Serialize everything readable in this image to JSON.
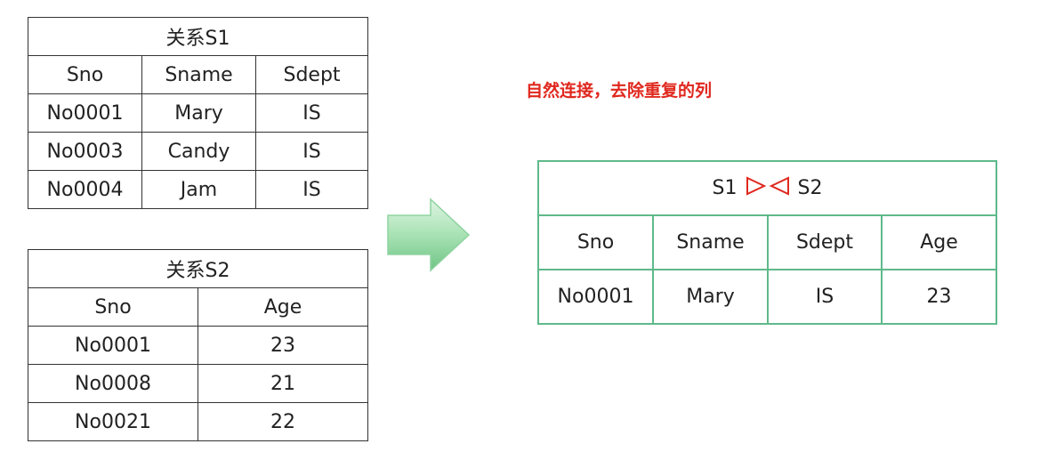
{
  "relation_s1": {
    "title": "关系S1",
    "headers": [
      "Sno",
      "Sname",
      "Sdept"
    ],
    "rows": [
      [
        "No0001",
        "Mary",
        "IS"
      ],
      [
        "No0003",
        "Candy",
        "IS"
      ],
      [
        "No0004",
        "Jam",
        "IS"
      ]
    ]
  },
  "relation_s2": {
    "title": "关系S2",
    "headers": [
      "Sno",
      "Age"
    ],
    "rows": [
      [
        "No0001",
        "23"
      ],
      [
        "No0008",
        "21"
      ],
      [
        "No0021",
        "22"
      ]
    ]
  },
  "note": "自然连接，去除重复的列",
  "result": {
    "left_operand": "S1",
    "right_operand": "S2",
    "join_symbol": "natural-join-icon",
    "headers": [
      "Sno",
      "Sname",
      "Sdept",
      "Age"
    ],
    "rows": [
      [
        "No0001",
        "Mary",
        "IS",
        "23"
      ]
    ]
  },
  "colors": {
    "table_border": "#333333",
    "result_border": "#5fb98a",
    "note_text": "#e0281e",
    "join_symbol": "#e0281e",
    "arrow_fill": "#a8e2b4"
  }
}
